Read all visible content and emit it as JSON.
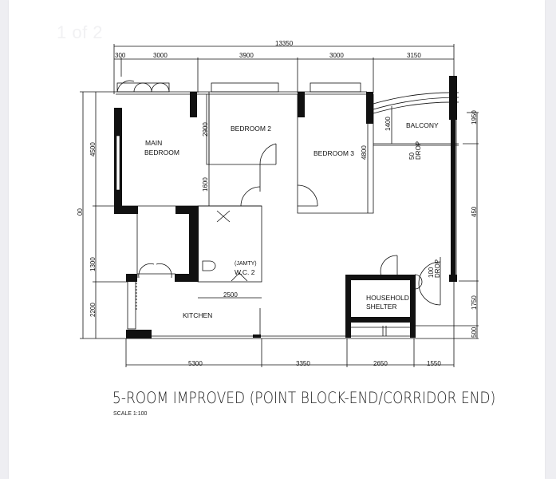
{
  "viewer": {
    "page_indicator": "1 of 2",
    "background_color": "#eeeef2",
    "page_color": "#ffffff"
  },
  "drawing": {
    "title": "5-ROOM IMPROVED (POINT BLOCK-END/CORRIDOR END)",
    "scale": "SCALE  1:100",
    "rooms": {
      "main_bedroom_line1": "MAIN",
      "main_bedroom_line2": "BEDROOM",
      "bedroom2": "BEDROOM 2",
      "bedroom3": "BEDROOM 3",
      "balcony": "BALCONY",
      "household_shelter_line1": "HOUSEHOLD",
      "household_shelter_line2": "SHELTER",
      "kitchen": "KITCHEN",
      "wc2_line1": "(JAMTY)",
      "wc2_line2": "W.C. 2"
    },
    "dimensions": {
      "top_overall": "13350",
      "top": [
        "300",
        "3000",
        "3900",
        "3000",
        "3150"
      ],
      "bottom": [
        "5300",
        "3350",
        "2650",
        "1550"
      ],
      "left_overall": "00",
      "left": [
        "4500",
        "1300",
        "2200"
      ],
      "right": [
        "1950",
        "450",
        "1750",
        "500"
      ],
      "interior": {
        "bedroom2_wall_upper": "2900",
        "bedroom2_wall_lower": "1600",
        "bedroom3_depth": "4800",
        "balcony_depth": "1400",
        "wc2_width": "2500"
      },
      "notes": {
        "balcony_drop_value": "50",
        "balcony_drop_label": "DROP",
        "entry_drop_value": "100",
        "entry_drop_label": "DROP"
      }
    }
  }
}
